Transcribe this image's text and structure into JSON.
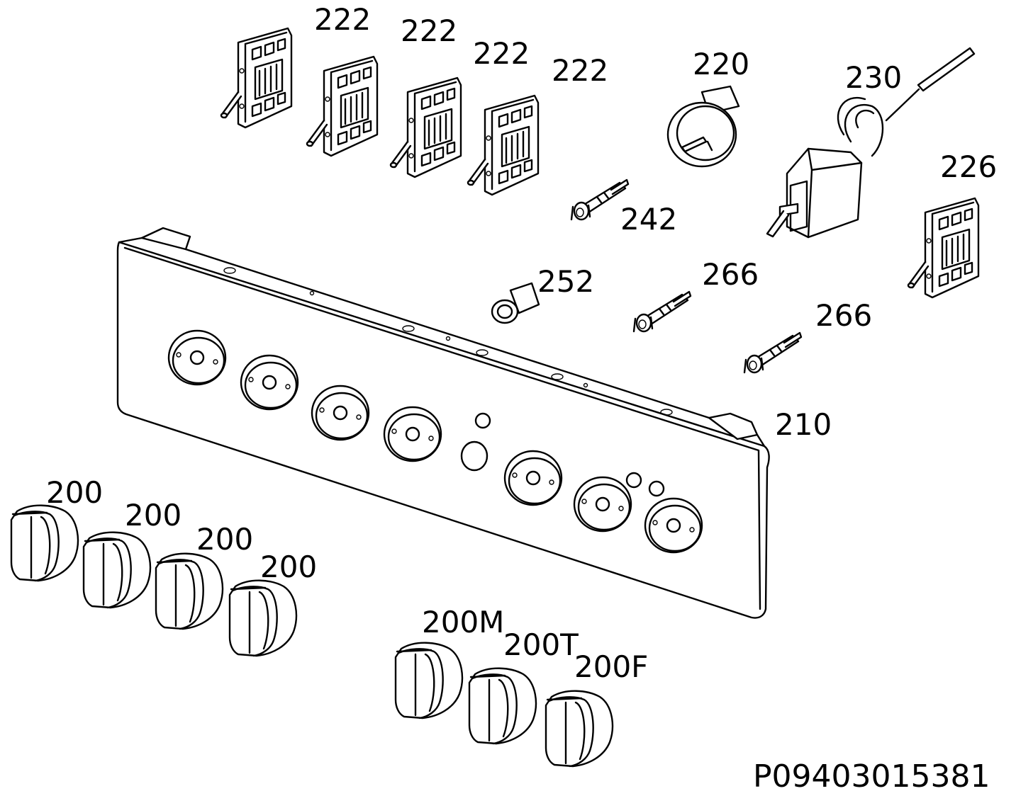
{
  "drawing_code": "P09403015381",
  "parts": {
    "switch_1": {
      "label": "222"
    },
    "switch_2": {
      "label": "222"
    },
    "switch_3": {
      "label": "222"
    },
    "switch_4": {
      "label": "222"
    },
    "timer": {
      "label": "220"
    },
    "thermostat": {
      "label": "230"
    },
    "switch_5": {
      "label": "226"
    },
    "indicator_lamp_1": {
      "label": "242"
    },
    "pilot_lamp": {
      "label": "252"
    },
    "indicator_lamp_2": {
      "label": "266"
    },
    "indicator_lamp_3": {
      "label": "266"
    },
    "control_panel": {
      "label": "210"
    },
    "knob_1": {
      "label": "200"
    },
    "knob_2": {
      "label": "200"
    },
    "knob_3": {
      "label": "200"
    },
    "knob_4": {
      "label": "200"
    },
    "knob_timer": {
      "label": "200M"
    },
    "knob_thermostat": {
      "label": "200T"
    },
    "knob_function": {
      "label": "200F"
    }
  }
}
